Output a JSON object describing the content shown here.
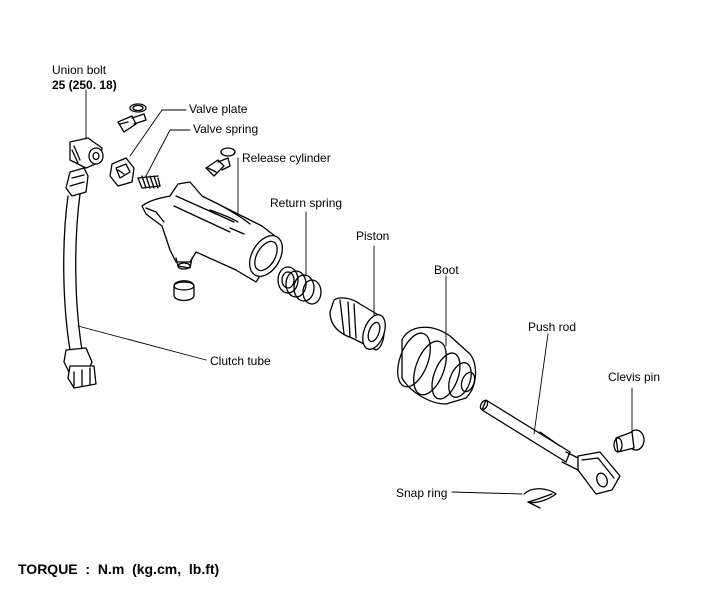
{
  "labels": {
    "union_bolt": "Union bolt",
    "union_bolt_torque": "25  (250.  18)",
    "valve_plate": "Valve plate",
    "valve_spring": "Valve spring",
    "release_cylinder": "Release cylinder",
    "return_spring": "Return spring",
    "piston": "Piston",
    "boot": "Boot",
    "push_rod": "Push rod",
    "clevis_pin": "Clevis pin",
    "clutch_tube": "Clutch tube",
    "snap_ring": "Snap ring"
  },
  "footer": {
    "torque_legend": "TORQUE  :  N.m  (kg.cm,  lb.ft)"
  }
}
